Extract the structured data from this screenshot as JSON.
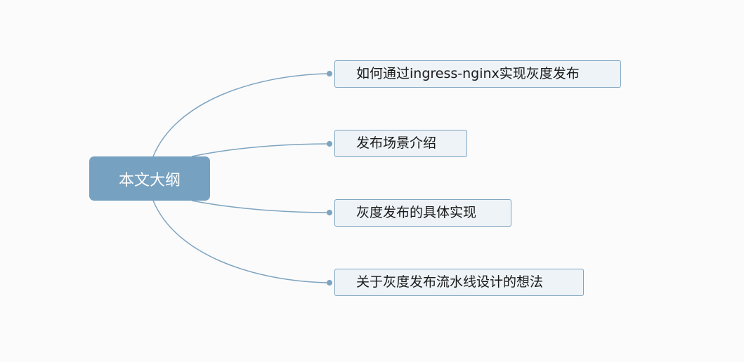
{
  "mindmap": {
    "root": {
      "label": "本文大纲"
    },
    "topics": [
      {
        "label": "如何通过ingress-nginx实现灰度发布"
      },
      {
        "label": "发布场景介绍"
      },
      {
        "label": "灰度发布的具体实现"
      },
      {
        "label": "关于灰度发布流水线设计的想法"
      }
    ]
  },
  "colors": {
    "background": "#fbfbfc",
    "root_fill": "#77a1c0",
    "root_text": "#ffffff",
    "topic_fill": "#eef3f7",
    "topic_border": "#7fa4bf",
    "connector": "#7fa4bf",
    "text": "#1a1a1a"
  }
}
